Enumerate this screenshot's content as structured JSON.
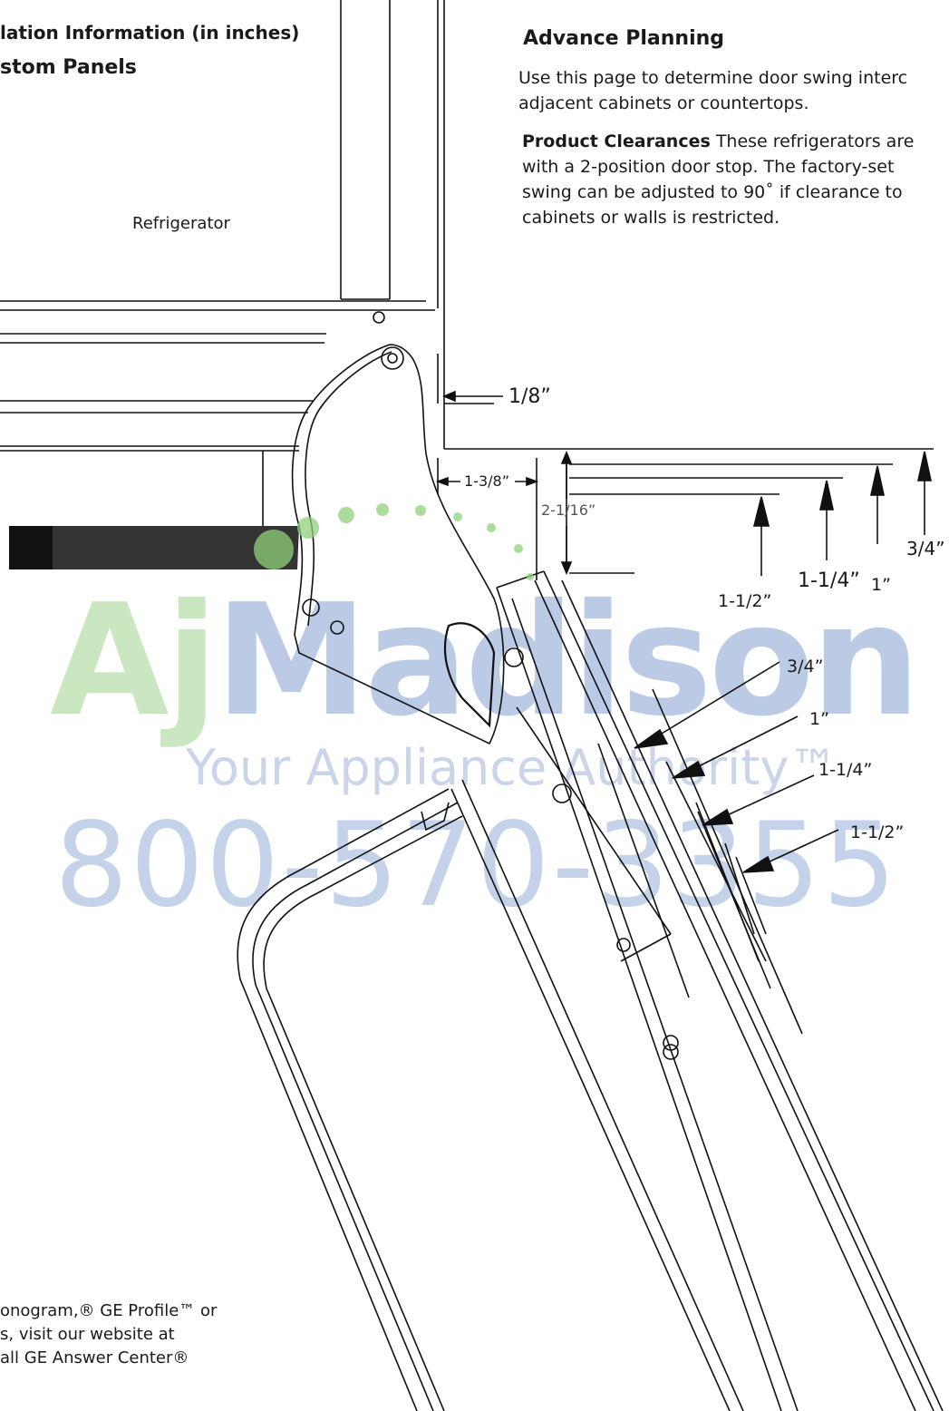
{
  "header": {
    "left_line1": "lation Information (in inches)",
    "left_line2": "stom Panels",
    "right_title": "Advance Planning"
  },
  "paragraph1": {
    "line1": "Use this page to determine door swing interc",
    "line2": "adjacent cabinets or countertops."
  },
  "paragraph2": {
    "lead": "Product Clearances",
    "line1_rest": " These refrigerators are",
    "line2": "with a 2-position door stop. The factory-set",
    "line3": "swing can be adjusted to 90˚ if clearance to",
    "line4": "cabinets or walls is restricted."
  },
  "labels": {
    "refrigerator": "Refrigerator"
  },
  "dimensions": {
    "top_gap": "1/8”",
    "hinge_offset": "1-3/8”",
    "door_depth": "2-1/16”",
    "vert_a": "1-1/2”",
    "vert_b": "1-1/4”",
    "vert_c": "1”",
    "vert_d": "3/4”",
    "diag_a": "3/4”",
    "diag_b": "1”",
    "diag_c": "1-1/4”",
    "diag_d": "1-1/2”"
  },
  "watermark": {
    "brand_a": "Aj",
    "brand_b": "Madison",
    "tagline": "Your Appliance Authority™",
    "phone": "800-570-3355"
  },
  "footer": {
    "line1": "onogram,® GE Profile™ or",
    "line2": "s, visit our website at",
    "line3": "all GE Answer Center®"
  }
}
